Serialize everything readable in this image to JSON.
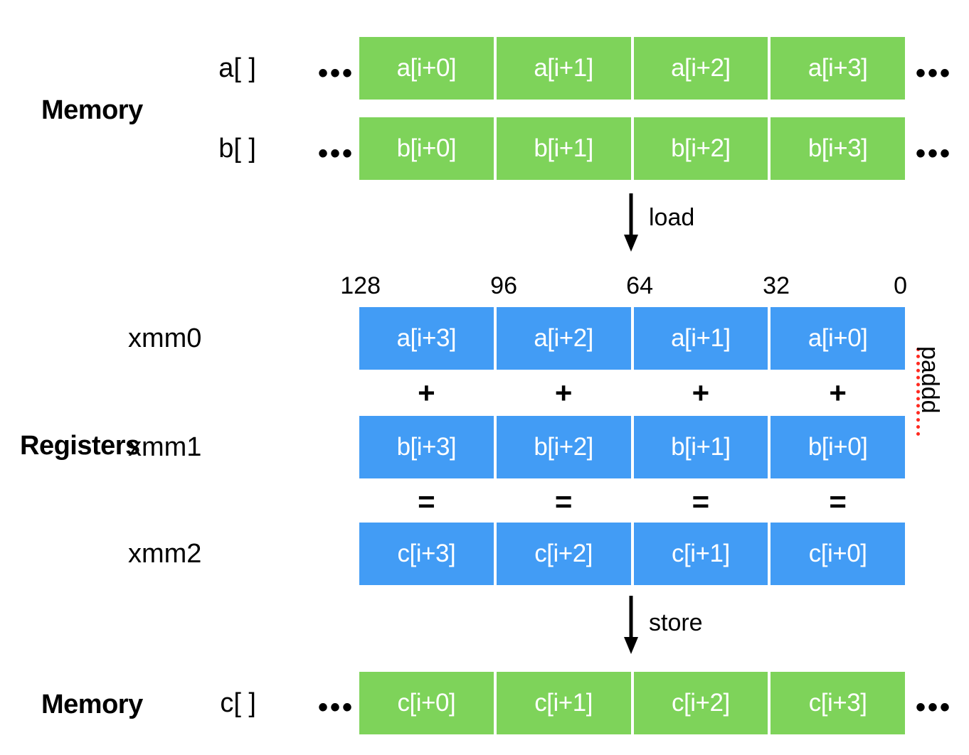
{
  "diagram": {
    "title_hidden": "",
    "colors": {
      "memory_cell": "#7ed35a",
      "register_cell": "#429cf5",
      "cell_text": "#ffffff",
      "ink": "#000000",
      "paddd_accent": "#ff2a20"
    },
    "sections": {
      "memory_top_label": "Memory",
      "registers_label": "Registers",
      "memory_bottom_label": "Memory"
    },
    "memory_top": {
      "rows": [
        {
          "name": "a[ ]",
          "lead_ellipsis": "•••",
          "trail_ellipsis": "•••",
          "cells": [
            "a[i+0]",
            "a[i+1]",
            "a[i+2]",
            "a[i+3]"
          ]
        },
        {
          "name": "b[ ]",
          "lead_ellipsis": "•••",
          "trail_ellipsis": "•••",
          "cells": [
            "b[i+0]",
            "b[i+1]",
            "b[i+2]",
            "b[i+3]"
          ]
        }
      ]
    },
    "load_arrow": {
      "label": "load",
      "direction": "down"
    },
    "bit_ruler": {
      "ticks": [
        "128",
        "96",
        "64",
        "32",
        "0"
      ]
    },
    "registers": {
      "rows": [
        {
          "name": "xmm0",
          "cells": [
            "a[i+3]",
            "a[i+2]",
            "a[i+1]",
            "a[i+0]"
          ]
        },
        {
          "name": "xmm1",
          "cells": [
            "b[i+3]",
            "b[i+2]",
            "b[i+1]",
            "b[i+0]"
          ]
        },
        {
          "name": "xmm2",
          "cells": [
            "c[i+3]",
            "c[i+2]",
            "c[i+1]",
            "c[i+0]"
          ]
        }
      ],
      "plus_ops": [
        "+",
        "+",
        "+",
        "+"
      ],
      "equals_ops": [
        "=",
        "=",
        "=",
        "="
      ],
      "instruction": "paddd"
    },
    "store_arrow": {
      "label": "store",
      "direction": "down"
    },
    "memory_bottom": {
      "rows": [
        {
          "name": "c[ ]",
          "lead_ellipsis": "•••",
          "trail_ellipsis": "•••",
          "cells": [
            "c[i+0]",
            "c[i+1]",
            "c[i+2]",
            "c[i+3]"
          ]
        }
      ]
    }
  }
}
